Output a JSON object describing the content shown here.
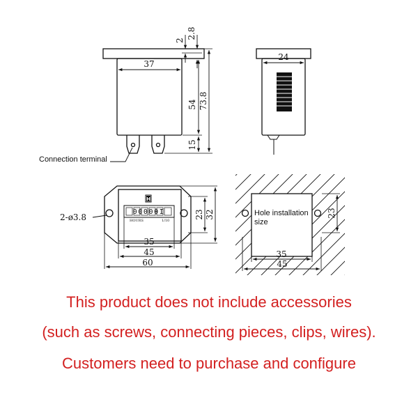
{
  "colors": {
    "line": "#111111",
    "notice_text": "#d32020",
    "background": "#ffffff"
  },
  "side_view": {
    "dim_top_2": "2",
    "dim_top_2_8": "2.8",
    "dim_width_37": "37",
    "dim_body_54": "54",
    "dim_total_73_8": "73.8",
    "dim_terminal_15": "15",
    "terminal_label": "Connection terminal"
  },
  "end_view": {
    "dim_width_24": "24"
  },
  "front_view": {
    "brand_mark": "H",
    "counter_digits": "00000I",
    "hours_label": "HOURS",
    "tenth_label": "1/10",
    "hole_dim": "2-ø3.8",
    "dim_window_35": "35",
    "dim_body_45": "45",
    "dim_flange_60": "60",
    "dim_height_23": "23",
    "dim_height_32": "32"
  },
  "panel_cutout": {
    "label": "Hole installation size",
    "dim_35": "35",
    "dim_45": "45",
    "dim_23": "23"
  },
  "notice": {
    "line1": "This product does not include accessories",
    "line2": "(such as screws, connecting pieces, clips, wires).",
    "line3": "Customers need to purchase and configure"
  }
}
